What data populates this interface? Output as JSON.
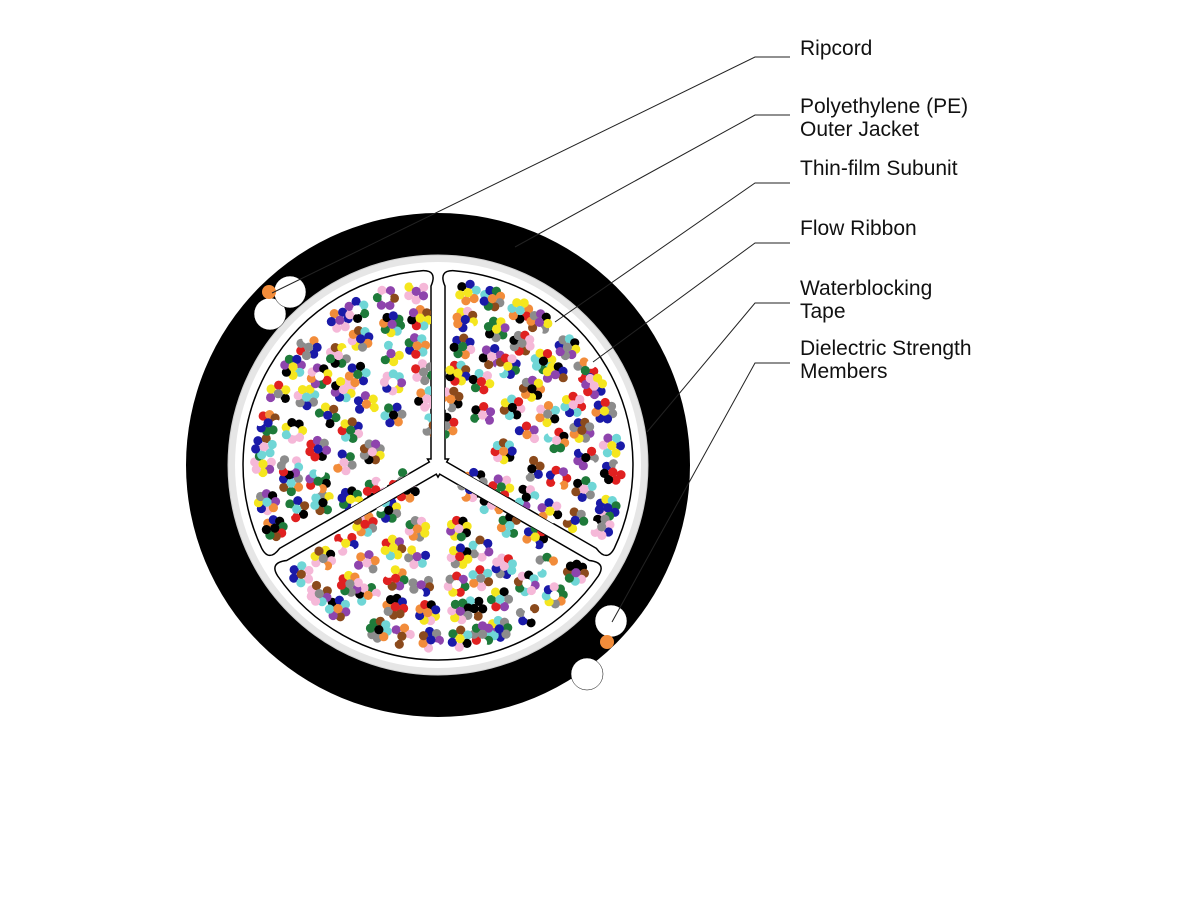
{
  "colors": {
    "background": "#ffffff",
    "outer_jacket": "#000000",
    "waterblocking_tape": "#e6e6e6",
    "subunit_fill": "#ffffff",
    "subunit_outline": "#000000",
    "ripcord": "#f28c3a",
    "strength_member": "#ffffff",
    "leader_line": "#222222",
    "label_text": "#111111"
  },
  "fiber_colors": [
    "#1a1aa8",
    "#f28c3a",
    "#1e7a3a",
    "#8b4a1c",
    "#8c8c8c",
    "#ffffff",
    "#e02020",
    "#000000",
    "#f5e61e",
    "#8e44ad",
    "#f5b8d8",
    "#6fd6d6"
  ],
  "labels": [
    {
      "id": "ripcord",
      "lines": [
        "Ripcord"
      ]
    },
    {
      "id": "pe-outer-jacket",
      "lines": [
        "Polyethylene (PE)",
        "Outer Jacket"
      ]
    },
    {
      "id": "thin-film-subunit",
      "lines": [
        "Thin-film Subunit"
      ]
    },
    {
      "id": "flow-ribbon",
      "lines": [
        "Flow Ribbon"
      ]
    },
    {
      "id": "waterblocking-tape",
      "lines": [
        "Waterblocking",
        "Tape"
      ]
    },
    {
      "id": "dielectric-strength-members",
      "lines": [
        "Dielectric Strength",
        "Members"
      ]
    }
  ]
}
